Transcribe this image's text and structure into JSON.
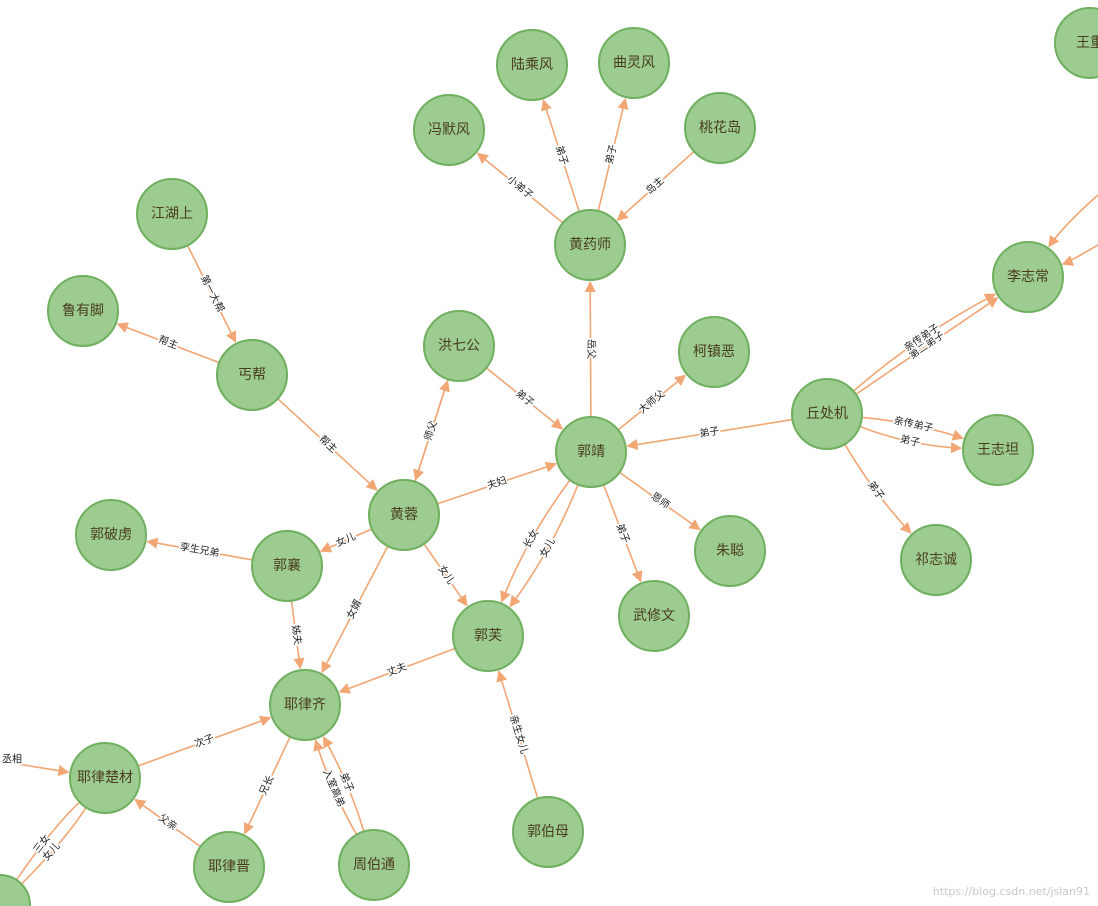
{
  "graph": {
    "nodes": [
      {
        "id": "huangyaoshi",
        "label": "黄药师"
      },
      {
        "id": "lucheng",
        "label": "陆乘风"
      },
      {
        "id": "quling",
        "label": "曲灵风"
      },
      {
        "id": "taohua",
        "label": "桃花岛"
      },
      {
        "id": "fengmo",
        "label": "冯默风"
      },
      {
        "id": "jianghu",
        "label": "江湖上"
      },
      {
        "id": "luyoujiao",
        "label": "鲁有脚"
      },
      {
        "id": "gaibang",
        "label": "丐帮"
      },
      {
        "id": "hongqi",
        "label": "洪七公"
      },
      {
        "id": "kezhen",
        "label": "柯镇恶"
      },
      {
        "id": "guojing",
        "label": "郭靖"
      },
      {
        "id": "qiuchuji",
        "label": "丘处机"
      },
      {
        "id": "lizhichang",
        "label": "李志常"
      },
      {
        "id": "wangzhitan",
        "label": "王志坦"
      },
      {
        "id": "qizhicheng",
        "label": "祁志诚"
      },
      {
        "id": "wangchong",
        "label": "王重"
      },
      {
        "id": "huangrong",
        "label": "黄蓉"
      },
      {
        "id": "guopolu",
        "label": "郭破虏"
      },
      {
        "id": "guoxiang",
        "label": "郭襄"
      },
      {
        "id": "zhucong",
        "label": "朱聪"
      },
      {
        "id": "wuxiuwen",
        "label": "武修文"
      },
      {
        "id": "guofu",
        "label": "郭芙"
      },
      {
        "id": "yeluqi",
        "label": "耶律齐"
      },
      {
        "id": "yeluchucai",
        "label": "耶律楚材"
      },
      {
        "id": "yelujin",
        "label": "耶律晋"
      },
      {
        "id": "zhoubotong",
        "label": "周伯通"
      },
      {
        "id": "guobomu",
        "label": "郭伯母"
      },
      {
        "id": "partial",
        "label": ""
      }
    ],
    "edges": [
      {
        "source": "huangyaoshi",
        "target": "lucheng",
        "label": "弟子"
      },
      {
        "source": "huangyaoshi",
        "target": "quling",
        "label": "弟子"
      },
      {
        "source": "taohua",
        "target": "huangyaoshi",
        "label": "岛主"
      },
      {
        "source": "huangyaoshi",
        "target": "fengmo",
        "label": "小弟子"
      },
      {
        "source": "jianghu",
        "target": "gaibang",
        "label": "第一大帮"
      },
      {
        "source": "gaibang",
        "target": "luyoujiao",
        "label": "帮主"
      },
      {
        "source": "gaibang",
        "target": "huangrong",
        "label": "帮主"
      },
      {
        "source": "guojing",
        "target": "huangyaoshi",
        "label": "岳父"
      },
      {
        "source": "hongqi",
        "target": "guojing",
        "label": "弟子"
      },
      {
        "source": "hongqi",
        "target": "huangrong",
        "label": "弟子"
      },
      {
        "source": "huangrong",
        "target": "hongqi",
        "label": "师父"
      },
      {
        "source": "guojing",
        "target": "kezhen",
        "label": "大师父"
      },
      {
        "source": "qiuchuji",
        "target": "guojing",
        "label": "弟子"
      },
      {
        "source": "qiuchuji",
        "target": "lizhichang",
        "label": "第二弟子"
      },
      {
        "source": "qiuchuji",
        "target": "lizhichang",
        "label": "亲传弟子"
      },
      {
        "source": "qiuchuji",
        "target": "wangzhitan",
        "label": "弟子"
      },
      {
        "source": "qiuchuji",
        "target": "wangzhitan",
        "label": "亲传弟子"
      },
      {
        "source": "qiuchuji",
        "target": "qizhicheng",
        "label": "弟子"
      },
      {
        "source": "huangrong",
        "target": "guojing",
        "label": "夫妇"
      },
      {
        "source": "guojing",
        "target": "zhucong",
        "label": "恩师"
      },
      {
        "source": "guojing",
        "target": "wuxiuwen",
        "label": "弟子"
      },
      {
        "source": "guojing",
        "target": "guofu",
        "label": "女儿"
      },
      {
        "source": "guojing",
        "target": "guofu",
        "label": "长女"
      },
      {
        "source": "huangrong",
        "target": "guoxiang",
        "label": "女儿"
      },
      {
        "source": "huangrong",
        "target": "guofu",
        "label": "女儿"
      },
      {
        "source": "huangrong",
        "target": "yeluqi",
        "label": "女婿"
      },
      {
        "source": "guoxiang",
        "target": "guopolu",
        "label": "孪生兄弟"
      },
      {
        "source": "guoxiang",
        "target": "yeluqi",
        "label": "姊夫"
      },
      {
        "source": "guofu",
        "target": "yeluqi",
        "label": "丈夫"
      },
      {
        "source": "guobomu",
        "target": "guofu",
        "label": "亲生女儿"
      },
      {
        "source": "yeluchucai",
        "target": "yeluqi",
        "label": "次子"
      },
      {
        "source": "yeluqi",
        "target": "yelujin",
        "label": "兄长"
      },
      {
        "source": "zhoubotong",
        "target": "yeluqi",
        "label": "入室高弟"
      },
      {
        "source": "zhoubotong",
        "target": "yeluqi",
        "label": "弟子"
      },
      {
        "source": "yelujin",
        "target": "yeluchucai",
        "label": "父亲"
      },
      {
        "source": "yeluchucai",
        "target": "partial",
        "label": "女儿"
      },
      {
        "source": "yeluchucai",
        "target": "partial",
        "label": "三女"
      }
    ],
    "stubs": [
      {
        "target": "yeluchucai",
        "label": "丞相"
      },
      {
        "target": "lizhichang",
        "label": ""
      },
      {
        "target": "lizhichang",
        "label": ""
      }
    ]
  },
  "colors": {
    "node_fill": "#9ccc8f",
    "node_stroke": "#6fb05f",
    "edge": "#f1a673",
    "node_text": "#4a3b1c"
  },
  "watermark": "https://blog.csdn.net/jslan91"
}
